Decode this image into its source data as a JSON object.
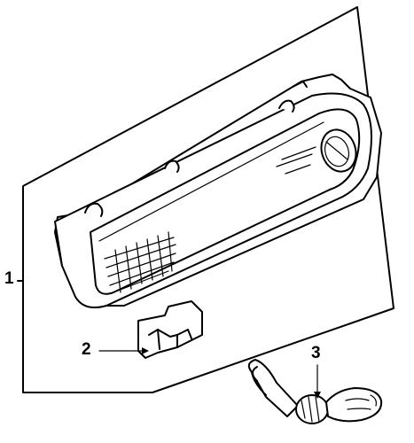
{
  "callouts": {
    "part_1": "1",
    "part_2": "2",
    "part_3": "3"
  },
  "colors": {
    "ink": "#000000",
    "background": "#ffffff"
  }
}
